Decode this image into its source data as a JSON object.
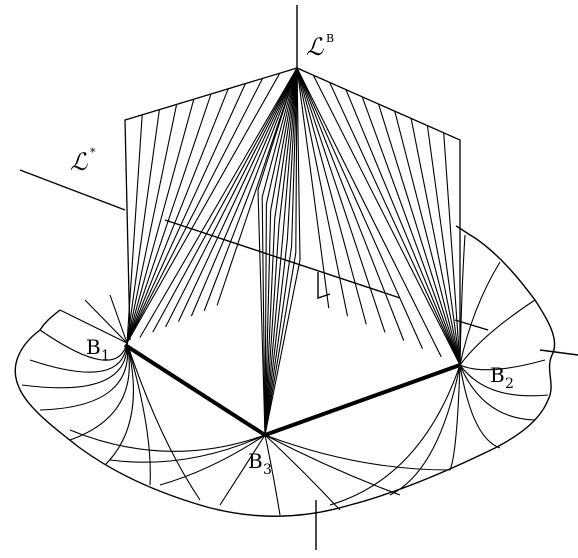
{
  "labels": {
    "axis_b": {
      "main": "ℒ",
      "sup": "B"
    },
    "axis_star": {
      "main": "ℒ",
      "sup": "*"
    },
    "b1": {
      "main": "B",
      "sub": "1"
    },
    "b2": {
      "main": "B",
      "sub": "2"
    },
    "b3": {
      "main": "B",
      "sub": "3"
    },
    "corner": "L"
  },
  "colors": {
    "ink": "#000000",
    "paper": "#ffffff"
  }
}
